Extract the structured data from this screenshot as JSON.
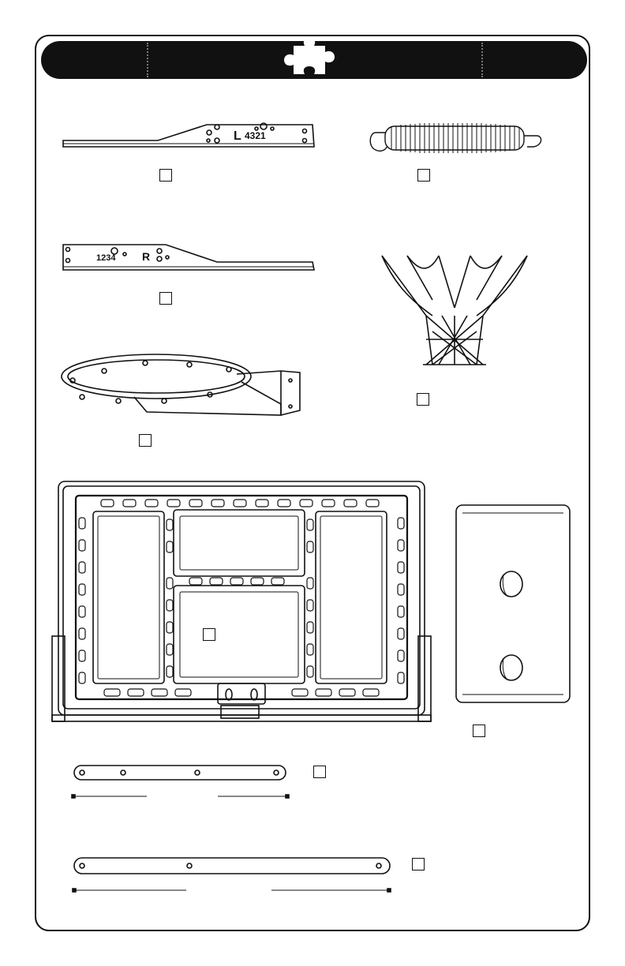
{
  "header": {
    "icon": "puzzle-icon",
    "colors": {
      "bar": "#111111",
      "icon": "#ffffff"
    }
  },
  "parts": {
    "left_arm": {
      "side_letter": "L",
      "hole_numbers": "4321"
    },
    "right_arm": {
      "side_letter": "R",
      "hole_numbers": "1234"
    }
  }
}
